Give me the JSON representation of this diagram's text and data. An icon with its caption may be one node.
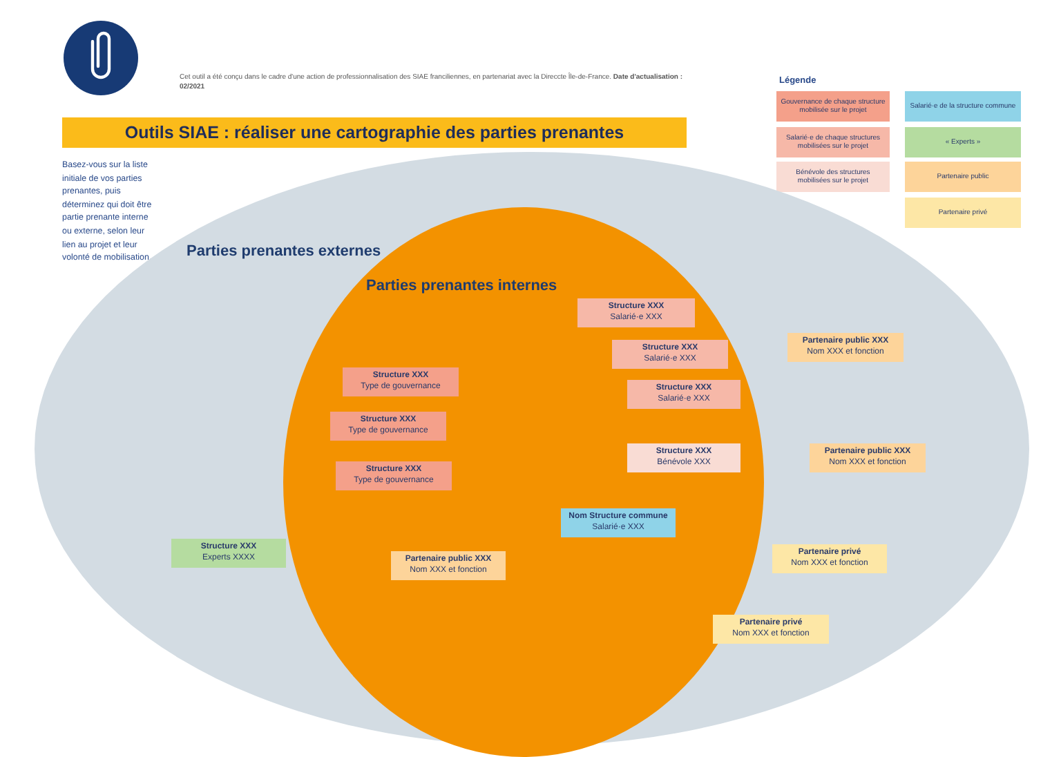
{
  "diagram": {
    "title": "Outils SIAE : réaliser une cartographie des parties prenantes",
    "nodes": [
      {
        "text": [
          "Parties prenantes externes"
        ]
      },
      {
        "text": [
          "Parties prenantes internes"
        ],
        "in": 0
      },
      {
        "text": [
          "Structure XXX",
          "Salarié·e XXX"
        ],
        "in": 1
      },
      {
        "text": [
          "Structure XXX",
          "Salarié·e XXX"
        ],
        "in": 1
      },
      {
        "text": [
          "Structure XXX",
          "Type de gouvernance"
        ],
        "in": 1
      },
      {
        "text": [
          "Structure XXX",
          "Salarié·e XXX"
        ],
        "in": 1
      },
      {
        "text": [
          "Structure XXX",
          "Type de gouvernance"
        ],
        "in": 1
      },
      {
        "text": [
          "Structure XXX",
          "Bénévole XXX"
        ],
        "in": 1
      },
      {
        "text": [
          "Structure XXX",
          "Type de gouvernance"
        ],
        "in": 1
      },
      {
        "text": [
          "Nom Structure commune",
          "Salarié·e XXX"
        ],
        "in": 1
      },
      {
        "text": [
          "Partenaire public XXX",
          "Nom XXX et fonction"
        ],
        "in": 1
      },
      {
        "text": [
          "Partenaire public XXX",
          "Nom XXX et fonction"
        ],
        "in": 0
      },
      {
        "text": [
          "Partenaire public XXX",
          "Nom XXX et fonction"
        ],
        "in": 0
      },
      {
        "text": [
          "Structure XXX",
          "Experts XXXX"
        ],
        "in": 0
      },
      {
        "text": [
          "Partenaire privé",
          "Nom XXX et fonction"
        ],
        "in": 0
      },
      {
        "text": [
          "Partenaire privé",
          "Nom XXX et fonction"
        ],
        "in": 0
      }
    ],
    "labels": [
      "Cet outil a été conçu dans le cadre d'une action de professionnalisation des SIAE franciliennes, en partenariat avec la Direccte Île-de-France. **Date d'actualisation : 02/2021**",
      "Légende",
      "Basez-vous sur la liste initiale de vos parties prenantes, puis déterminez qui doit être partie prenante interne ou externe, selon leur lien au projet et leur volonté de mobilisation."
    ],
    "legend": [
      {
        "text": "Gouvernance de chaque structure mobilisée sur le projet",
        "color": "#f4a08a"
      },
      {
        "text": "Salarié·e de chaque structures mobilisées sur le projet",
        "color": "#f6b8a8"
      },
      {
        "text": "Bénévole des structures mobilisées sur le projet",
        "color": "#f9dcd4"
      },
      {
        "text": "Salarié·e de la structure commune",
        "color": "#8fd3e8"
      },
      {
        "text": "« Experts »",
        "color": "#b5dca0"
      },
      {
        "text": "Partenaire public",
        "color": "#fdd49a"
      },
      {
        "text": "Partenaire privé",
        "color": "#fde7a6"
      }
    ]
  }
}
